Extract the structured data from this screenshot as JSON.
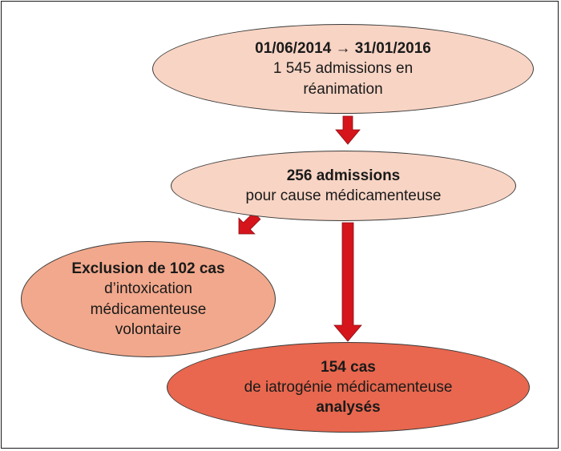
{
  "nodes": {
    "period": {
      "line1": "01/06/2014 → 31/01/2016",
      "line2": "1 545 admissions en",
      "line3": "réanimation"
    },
    "drug_admissions": {
      "line1": "256 admissions",
      "line2": "pour cause médicamenteuse"
    },
    "exclusion": {
      "line1": "Exclusion de 102 cas",
      "line2": "d’intoxication",
      "line3": "médicamenteuse",
      "line4": "volontaire"
    },
    "analyzed": {
      "line1": "154 cas",
      "line2": "de iatrogénie médicamenteuse",
      "line3": "analysés"
    }
  },
  "colors": {
    "node_light": "#f8d4c4",
    "node_medium": "#f2a88c",
    "node_dark": "#e8674e",
    "arrow": "#d6141c"
  }
}
